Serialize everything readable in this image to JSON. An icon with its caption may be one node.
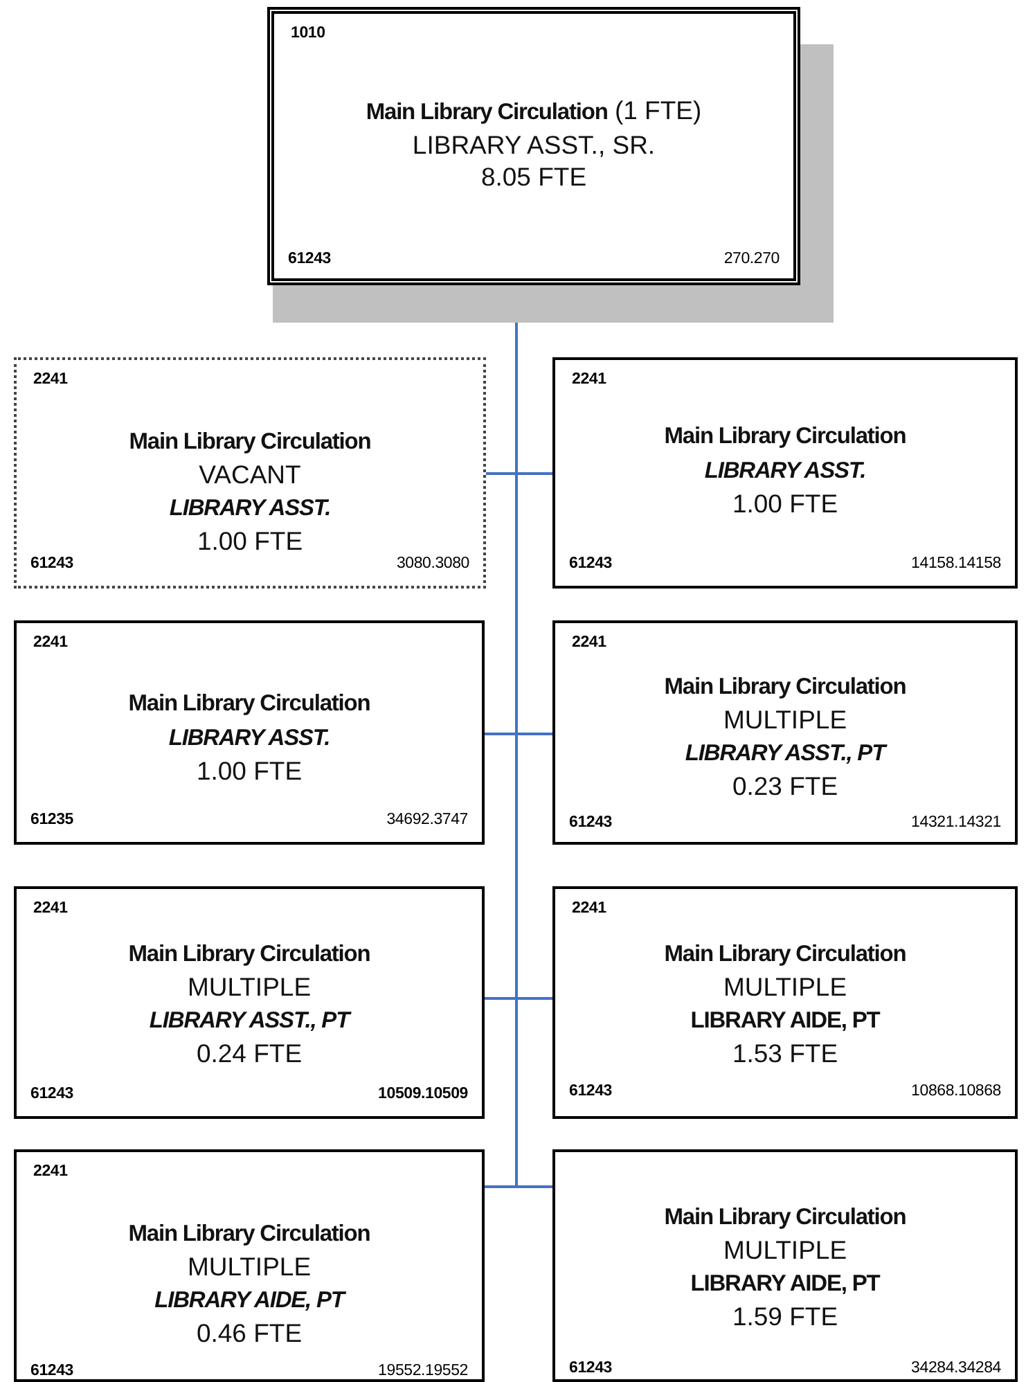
{
  "diagram": {
    "nodes": [
      {
        "text": [
          "1010",
          "**Main Library Circulation** (1 FTE)",
          "LIBRARY ASST., SR.",
          "8.05 FTE",
          "61243",
          "270.270"
        ]
      },
      {
        "text": [
          "2241",
          "**Main Library Circulation**",
          "VACANT",
          "*LIBRARY ASST.*",
          "1.00 FTE",
          "61243",
          "3080.3080"
        ]
      },
      {
        "text": [
          "2241",
          "**Main Library Circulation**",
          "*LIBRARY ASST.*",
          "1.00 FTE",
          "61243",
          "14158.14158"
        ]
      },
      {
        "text": [
          "2241",
          "**Main Library Circulation**",
          "*LIBRARY ASST.*",
          "1.00 FTE",
          "61235",
          "34692.3747"
        ]
      },
      {
        "text": [
          "2241",
          "**Main Library Circulation**",
          "MULTIPLE",
          "*LIBRARY ASST., PT*",
          "0.23 FTE",
          "61243",
          "14321.14321"
        ]
      },
      {
        "text": [
          "2241",
          "**Main Library Circulation**",
          "MULTIPLE",
          "*LIBRARY ASST., PT*",
          "0.24 FTE",
          "61243",
          "**10509.10509**"
        ]
      },
      {
        "text": [
          "2241",
          "**Main Library Circulation**",
          "MULTIPLE",
          "**LIBRARY AIDE, PT**",
          "1.53 FTE",
          "61243",
          "10868.10868"
        ]
      },
      {
        "text": [
          "2241",
          "**Main Library Circulation**",
          "MULTIPLE",
          "*LIBRARY AIDE, PT*",
          "0.46 FTE",
          "61243",
          "19552.19552"
        ]
      },
      {
        "text": [
          "**Main Library Circulation**",
          "MULTIPLE",
          "**LIBRARY AIDE, PT**",
          "1.59 FTE",
          "61243",
          "34284.34284"
        ]
      }
    ],
    "edges": [
      {
        "from": 0,
        "to": 1,
        "arrow": "none"
      },
      {
        "from": 0,
        "to": 2,
        "arrow": "none"
      },
      {
        "from": 0,
        "to": 3,
        "arrow": "none"
      },
      {
        "from": 0,
        "to": 4,
        "arrow": "none"
      },
      {
        "from": 0,
        "to": 5,
        "arrow": "none"
      },
      {
        "from": 0,
        "to": 6,
        "arrow": "none"
      },
      {
        "from": 0,
        "to": 7,
        "arrow": "none"
      },
      {
        "from": 0,
        "to": 8,
        "arrow": "none"
      }
    ]
  }
}
